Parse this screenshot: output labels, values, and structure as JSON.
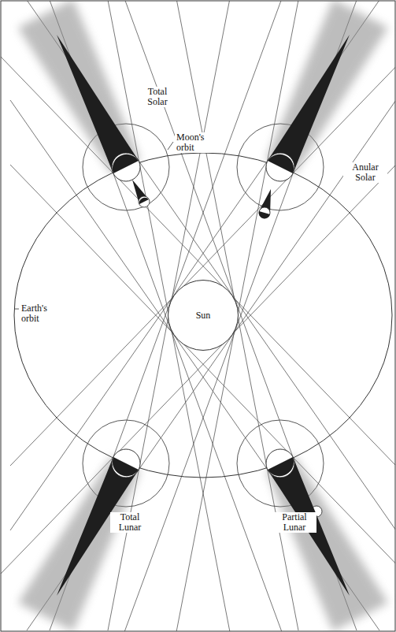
{
  "diagram": {
    "nodes": [
      {
        "text": [
          "Sun"
        ]
      }
    ],
    "labels": [
      "Total Solar",
      "Moon's orbit",
      "Anular Solar",
      "Earth's orbit",
      "Total Lunar",
      "Partial Lunar"
    ]
  }
}
